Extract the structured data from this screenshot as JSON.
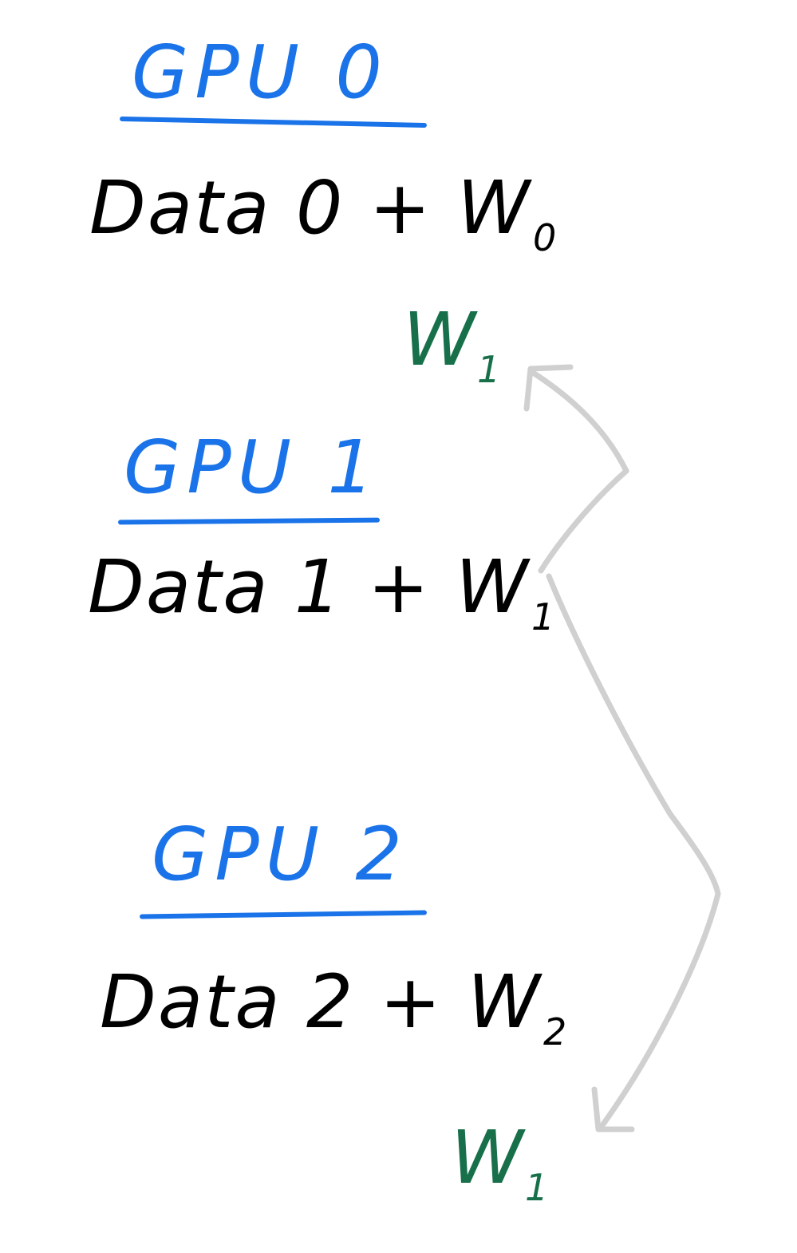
{
  "colors": {
    "gpu_title": "#1a73e8",
    "data_text": "#000000",
    "copied_weight": "#17704a",
    "arrow": "#d0d0d0"
  },
  "gpus": [
    {
      "title": "GPU 0",
      "data_text": "Data 0 + W",
      "weight_sub": "0"
    },
    {
      "title": "GPU 1",
      "data_text": "Data 1 + W",
      "weight_sub": "1"
    },
    {
      "title": "GPU 2",
      "data_text": "Data 2 + W",
      "weight_sub": "2"
    }
  ],
  "copies": [
    {
      "base": "W",
      "sub": "1"
    },
    {
      "base": "W",
      "sub": "1"
    }
  ]
}
